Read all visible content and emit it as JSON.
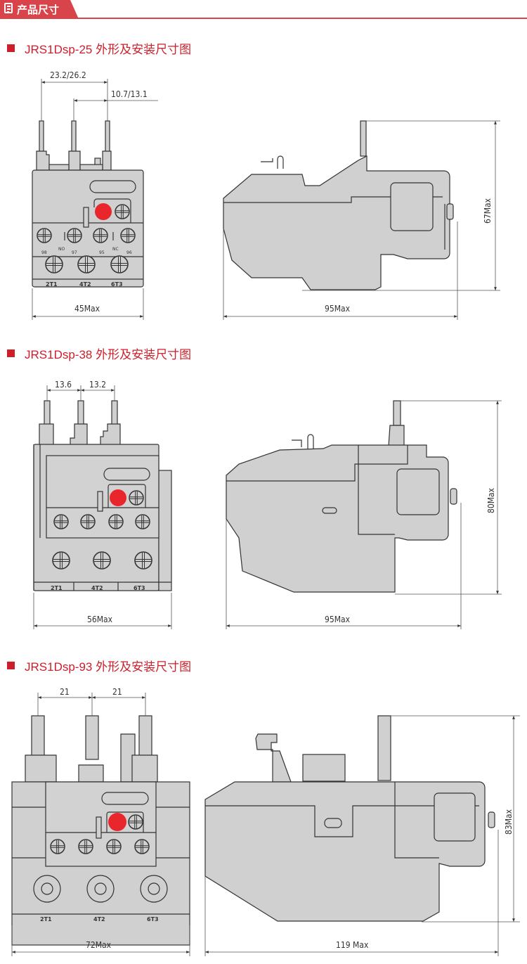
{
  "header": {
    "icon": "document-icon",
    "title": "产品尺寸",
    "accent_color": "#d9434a"
  },
  "sections": [
    {
      "title": "JRS1Dsp-25 外形及安装尺寸图",
      "front": {
        "pitch_dims": [
          "23.2/26.2",
          "10.7/13.1"
        ],
        "width_label": "45Max",
        "aux_terminals": [
          "98",
          "NO",
          "97",
          "95",
          "NC",
          "96"
        ],
        "main_terminals": [
          "2T1",
          "4T2",
          "6T3"
        ]
      },
      "side": {
        "depth_label": "95Max",
        "height_label": "67Max"
      }
    },
    {
      "title": "JRS1Dsp-38 外形及安装尺寸图",
      "front": {
        "pitch_dims": [
          "13.6",
          "13.2"
        ],
        "width_label": "56Max",
        "main_terminals": [
          "2T1",
          "4T2",
          "6T3"
        ]
      },
      "side": {
        "depth_label": "95Max",
        "height_label": "80Max"
      }
    },
    {
      "title": "JRS1Dsp-93 外形及安装尺寸图",
      "front": {
        "pitch_dims": [
          "21",
          "21"
        ],
        "width_label": "72Max",
        "main_terminals": [
          "2T1",
          "4T2",
          "6T3"
        ]
      },
      "side": {
        "depth_label": "119 Max",
        "height_label": "83Max"
      }
    }
  ],
  "colors": {
    "body_gray": "#d0d0d0",
    "outline": "#3a3a3a",
    "reset_button": "#e8262b",
    "title_red": "#cc1f2b"
  }
}
